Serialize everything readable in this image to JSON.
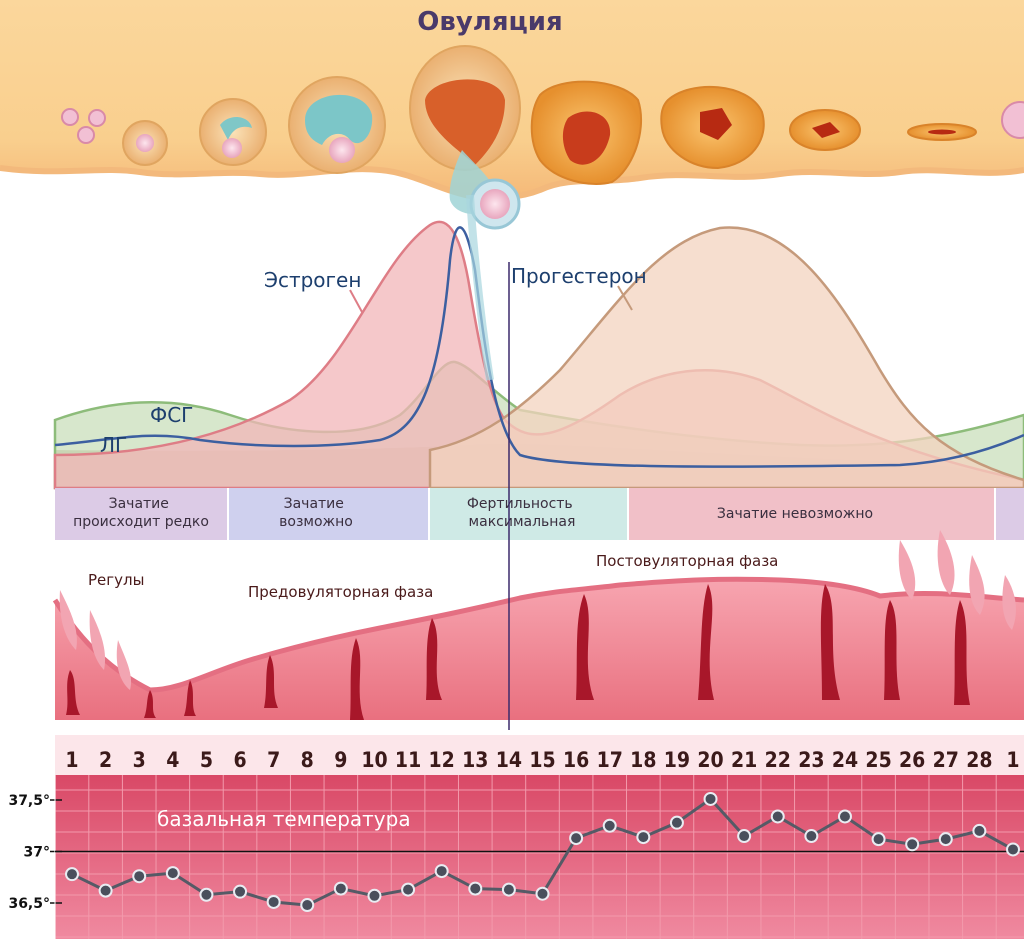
{
  "title": "Овуляция",
  "hormones": {
    "estrogen": "Эстроген",
    "progesterone": "Прогестерон",
    "fsh": "ФСГ",
    "lh": "ЛГ"
  },
  "zones": [
    {
      "lines": [
        "Зачатие",
        "происходит редко"
      ],
      "color": "#dccbe6"
    },
    {
      "lines": [
        "Зачатие",
        "возможно"
      ],
      "color": "#cfd0ee"
    },
    {
      "lines": [
        "Фертильность",
        "максимальная"
      ],
      "color": "#cfeae6"
    },
    {
      "lines": [
        "Зачатие невозможно"
      ],
      "color": "#f1c0c8"
    }
  ],
  "phases": {
    "menses": "Регулы",
    "preovulatory": "Предовуляторная фаза",
    "postovulatory": "Постовуляторная фаза"
  },
  "colors": {
    "ovary": "#f9cf8e",
    "estrogen_fill": "#f2b6b8",
    "progesterone_fill": "#f3d3bf",
    "fsh_line": "#8dbc7a",
    "lh_line": "#3c5fa0",
    "endometrium": "#f08fa0",
    "chart_bg": "#e05b76",
    "highlight_day": "#8aa4d0"
  },
  "chart_data": {
    "type": "line",
    "title": "базальная температура",
    "categories": [
      "1",
      "2",
      "3",
      "4",
      "5",
      "6",
      "7",
      "8",
      "9",
      "10",
      "11",
      "12",
      "13",
      "14",
      "15",
      "16",
      "17",
      "18",
      "19",
      "20",
      "21",
      "22",
      "23",
      "24",
      "25",
      "26",
      "27",
      "28",
      "1"
    ],
    "highlight": "14",
    "y_ticks": [
      {
        "value": 37.5,
        "label": "37,5°"
      },
      {
        "value": 37.0,
        "label": "37°"
      },
      {
        "value": 36.5,
        "label": "36,5°"
      }
    ],
    "reference_line": 37.0,
    "ylim": [
      36.4,
      37.65
    ],
    "series": [
      {
        "values": [
          36.78,
          36.62,
          36.76,
          36.79,
          36.58,
          36.61,
          36.51,
          36.48,
          36.64,
          36.57,
          36.63,
          36.81,
          36.64,
          36.63,
          36.59,
          37.13,
          37.25,
          37.14,
          37.28,
          37.51,
          37.15,
          37.34,
          37.15,
          37.34,
          37.12,
          37.07,
          37.12,
          37.2,
          37.02
        ]
      }
    ]
  }
}
